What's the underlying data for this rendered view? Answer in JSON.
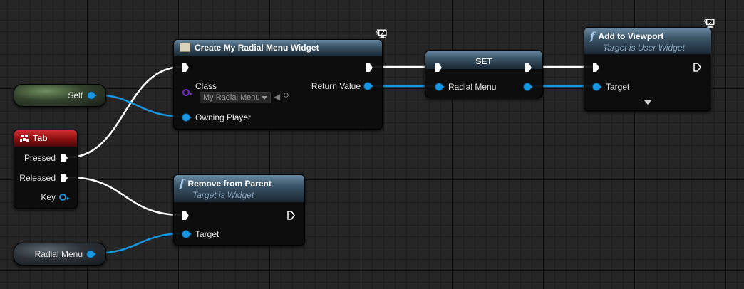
{
  "colors": {
    "exec_wire": "#ffffff",
    "object_wire": "#1797e2",
    "function_header": "#3b5568",
    "event_header": "#8a1010",
    "class_pin": "#6f2bd1"
  },
  "nodes": {
    "self": {
      "label": "Self"
    },
    "tab": {
      "title": "Tab",
      "icon": "keyboard-key-icon",
      "pins": {
        "pressed": "Pressed",
        "released": "Released",
        "key": "Key"
      }
    },
    "create_widget": {
      "title": "Create My Radial Menu Widget",
      "icon": "widget-icon",
      "class_label": "Class",
      "class_value": "My Radial Menu",
      "return_value": "Return Value",
      "owning_player": "Owning Player"
    },
    "set": {
      "title": "SET",
      "var_label": "Radial Menu"
    },
    "add_to_viewport": {
      "title": "Add to Viewport",
      "subtitle": "Target is User Widget",
      "target": "Target"
    },
    "remove_from_parent": {
      "title": "Remove from Parent",
      "subtitle": "Target is Widget",
      "target": "Target"
    },
    "radial_menu_getter": {
      "label": "Radial Menu"
    }
  }
}
